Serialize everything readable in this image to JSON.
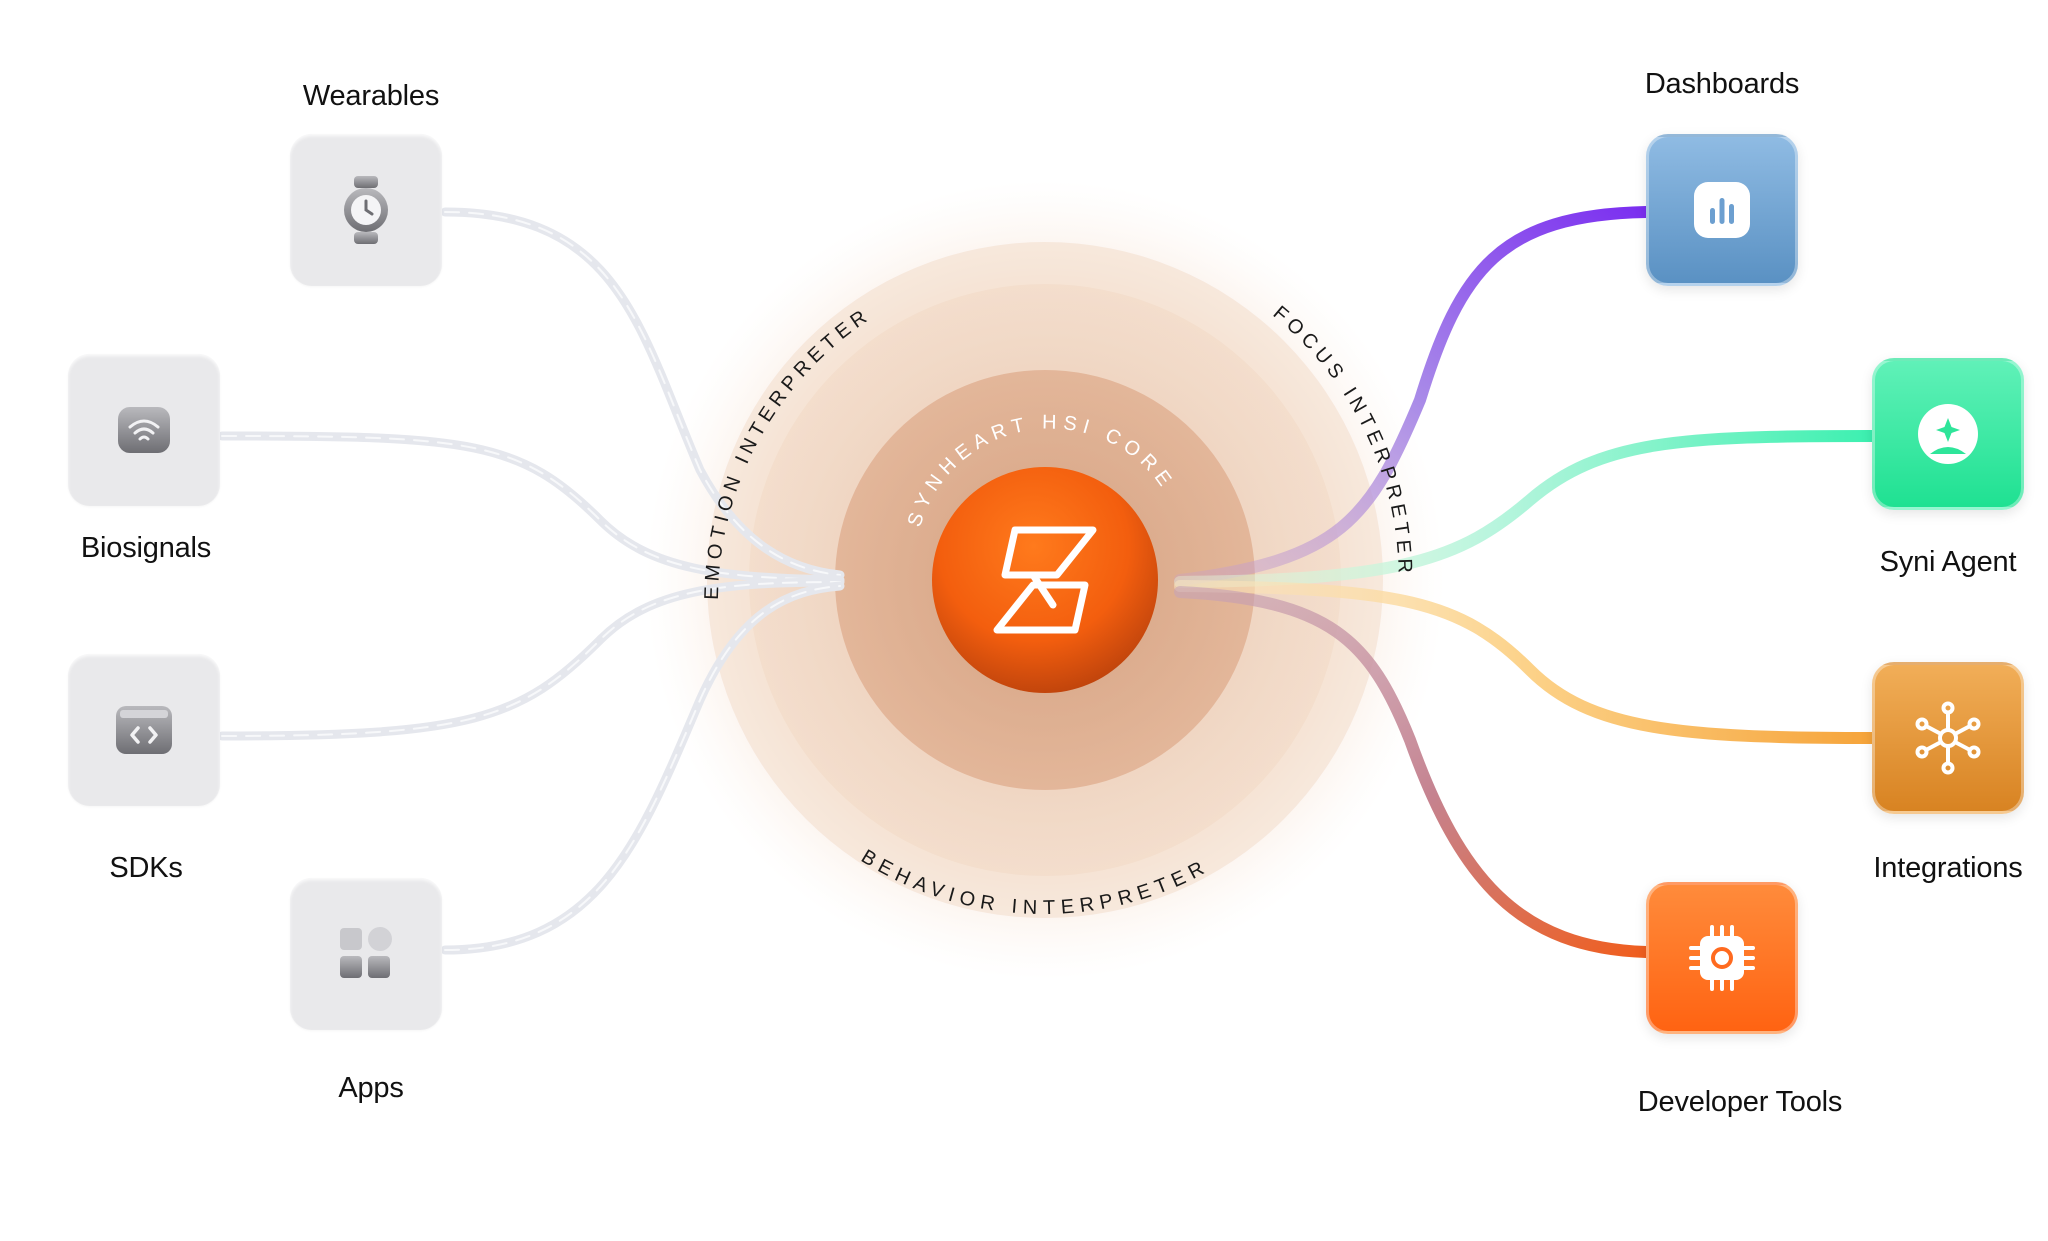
{
  "core": {
    "title": "SYNHEART HSI CORE",
    "interpreters": {
      "emotion": "EMOTION INTERPRETER",
      "focus": "FOCUS INTERPRETER",
      "behavior": "BEHAVIOR INTERPRETER"
    },
    "logo_color": "#ff6a10"
  },
  "inputs": [
    {
      "label": "Wearables",
      "icon": "watch-icon"
    },
    {
      "label": "Biosignals",
      "icon": "wifi-signal-icon"
    },
    {
      "label": "SDKs",
      "icon": "code-icon"
    },
    {
      "label": "Apps",
      "icon": "apps-grid-icon"
    }
  ],
  "outputs": [
    {
      "label": "Dashboards",
      "icon": "bar-chart-icon",
      "color": "#6c9fd0"
    },
    {
      "label": "Syni Agent",
      "icon": "agent-icon",
      "color": "#33e6a0"
    },
    {
      "label": "Integrations",
      "icon": "network-hub-icon",
      "color": "#ec9a3a"
    },
    {
      "label": "Developer Tools",
      "icon": "chip-icon",
      "color": "#ff6a1f"
    }
  ],
  "colors": {
    "dashboards_line": "#7c3aed",
    "syni_line": "#3ef0b0",
    "integrations_line": "#f6a43a",
    "devtools_line": "#f06a2a",
    "input_line": "#e4e6ec"
  }
}
